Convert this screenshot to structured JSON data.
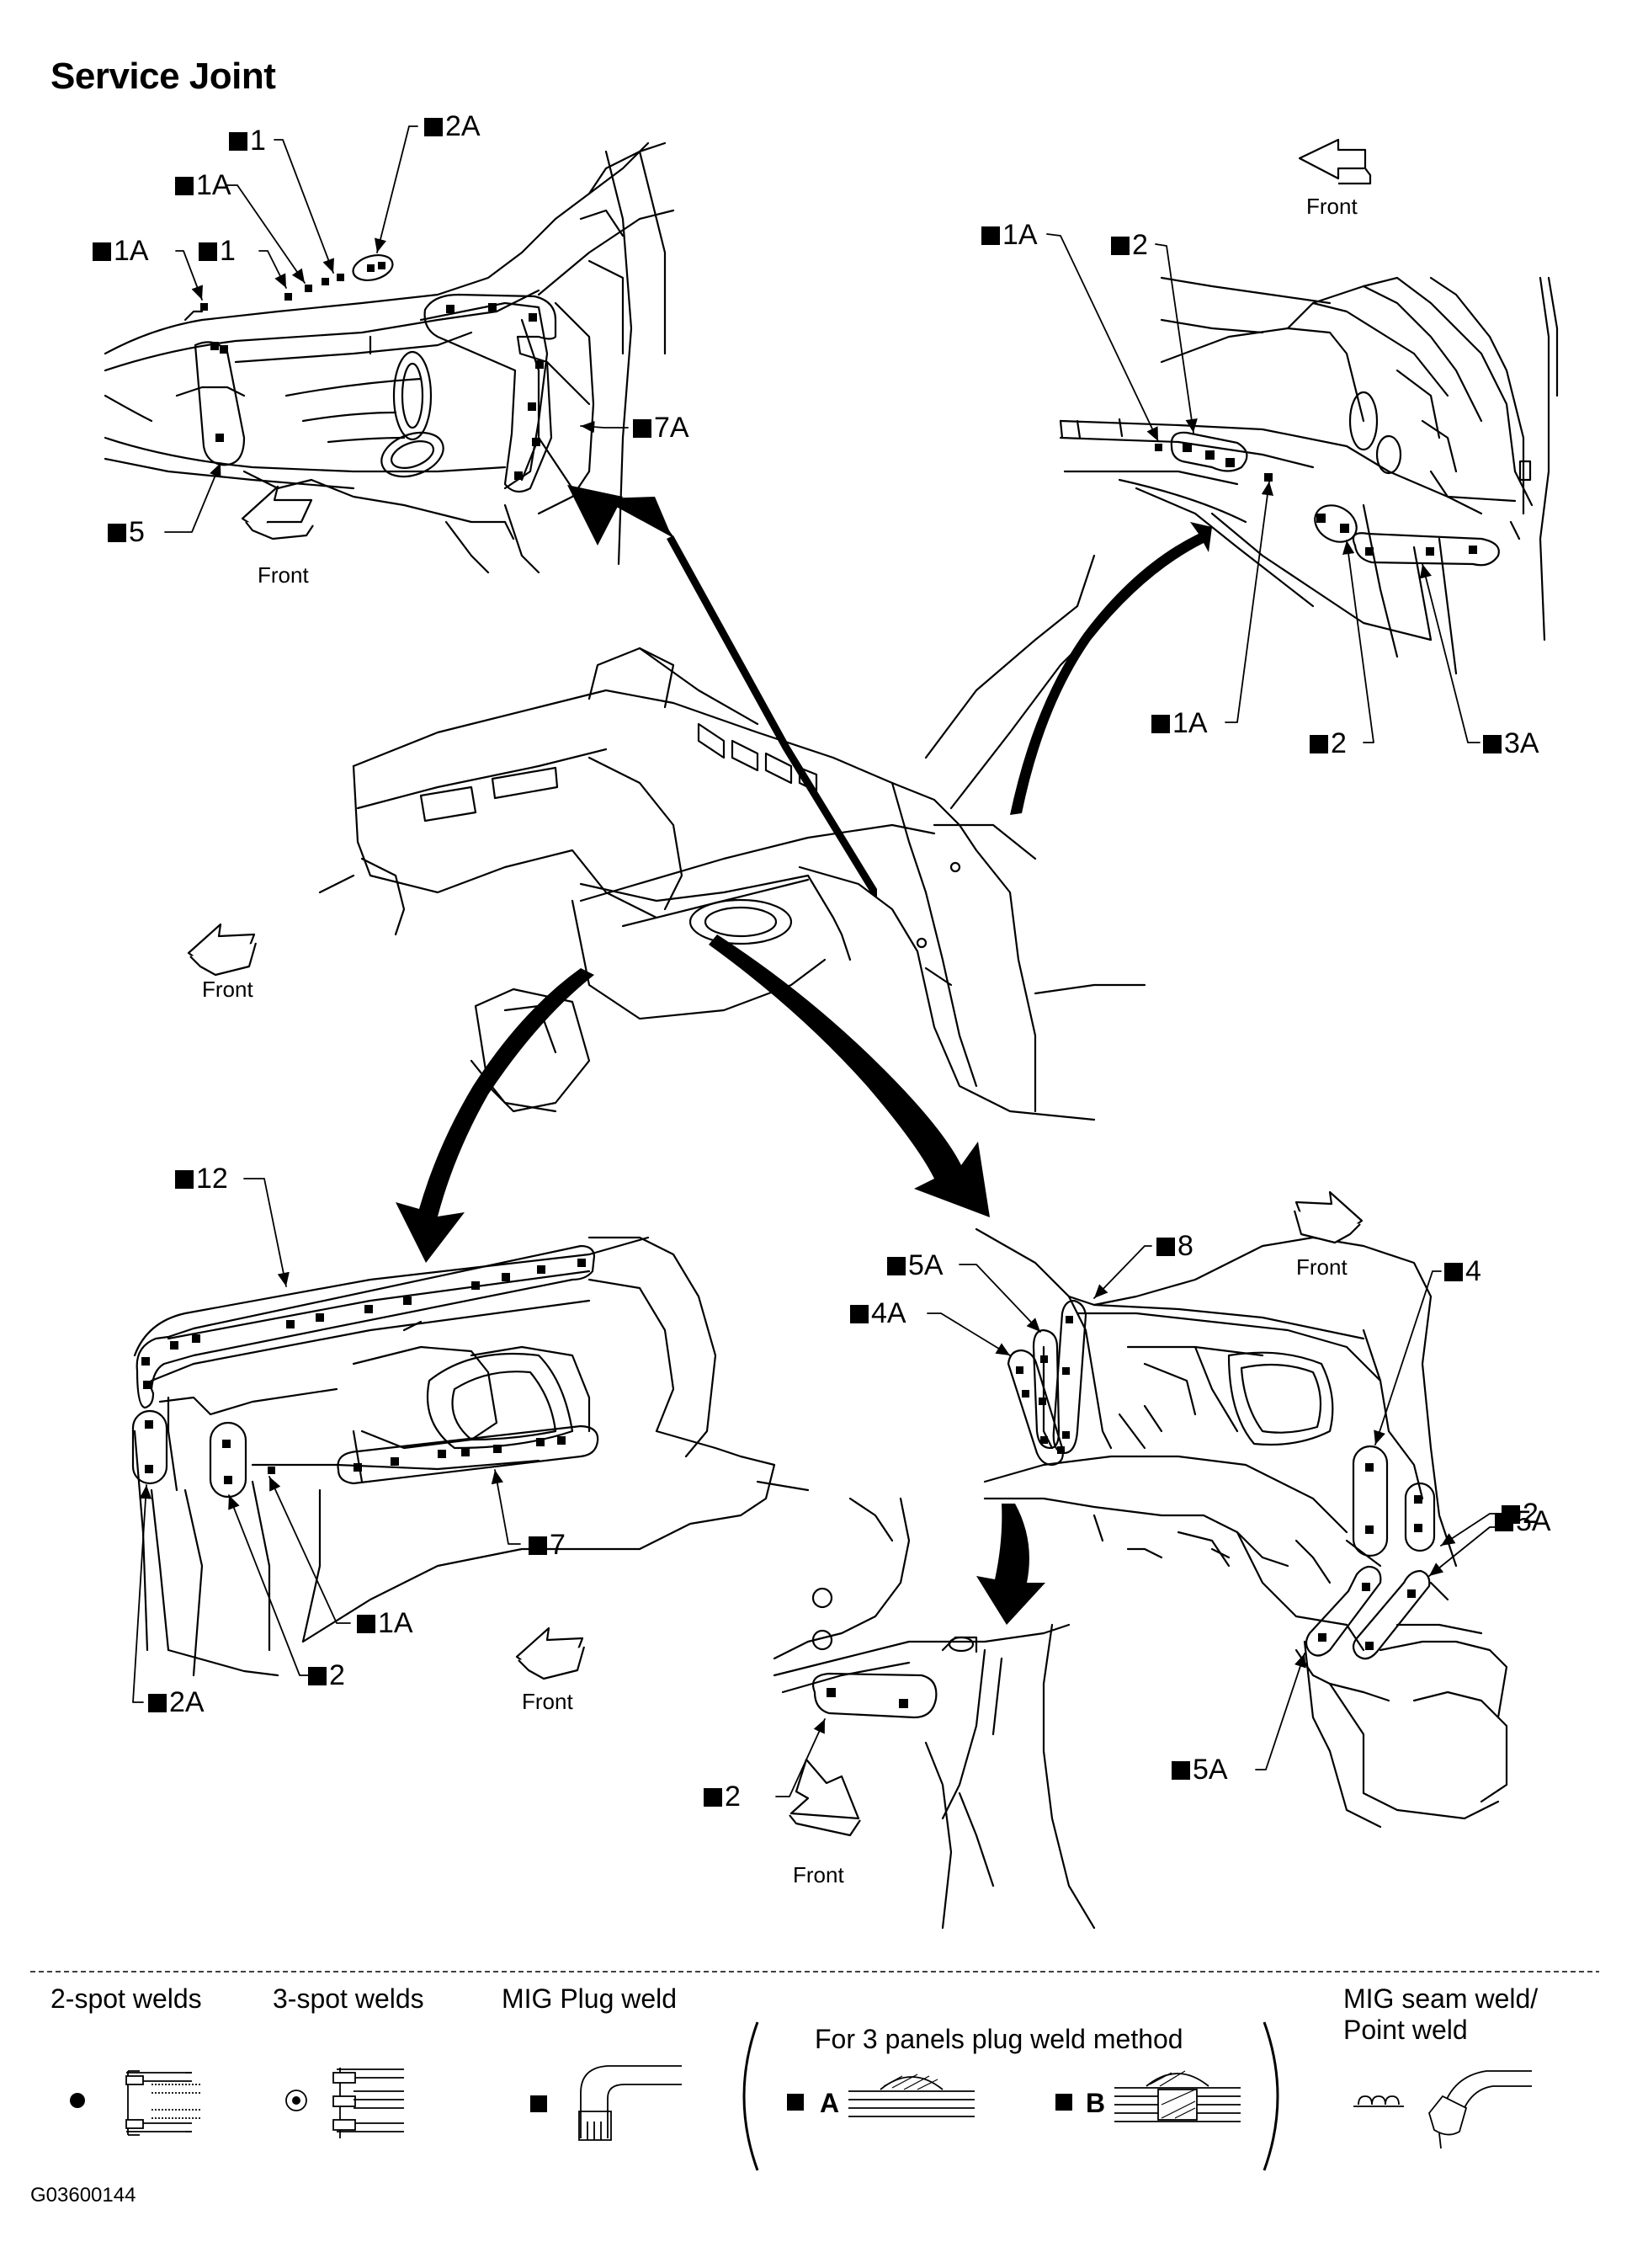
{
  "title": "Service Joint",
  "figure_id": "G03600144",
  "front_label": "Front",
  "callouts": {
    "tl": [
      "1",
      "2A",
      "1A",
      "1A",
      "1",
      "7A",
      "5"
    ],
    "tr": [
      "1A",
      "2",
      "1A",
      "2",
      "3A"
    ],
    "bl": [
      "12",
      "7",
      "1A",
      "2",
      "2A"
    ],
    "br": [
      "5A",
      "8",
      "4A",
      "4",
      "2",
      "5A",
      "5A",
      "2"
    ]
  },
  "legend": {
    "two_spot": "2-spot welds",
    "three_spot": "3-spot welds",
    "mig_plug": "MIG Plug weld",
    "three_panel": "For 3 panels plug weld method",
    "method_a": "A",
    "method_b": "B",
    "mig_seam_1": "MIG seam weld/",
    "mig_seam_2": "Point weld"
  }
}
